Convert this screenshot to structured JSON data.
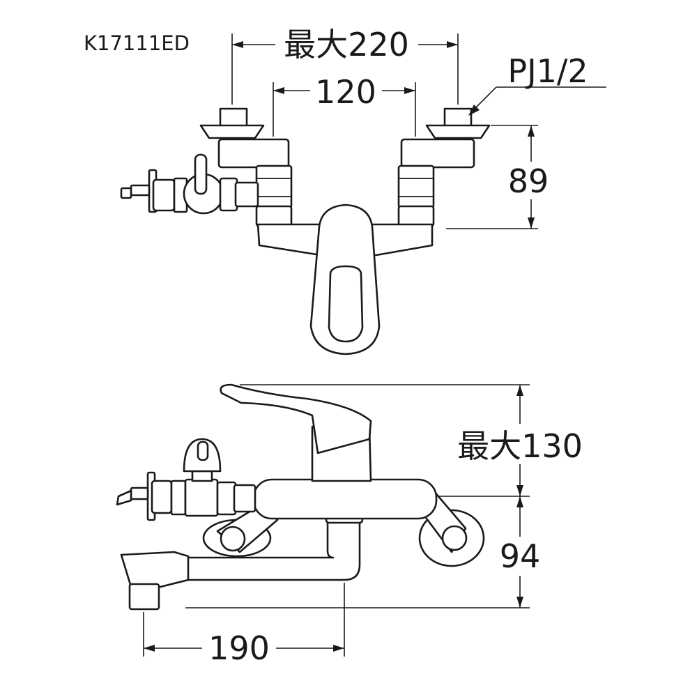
{
  "model": "K17111ED",
  "top_view": {
    "max_width_label": "最大220",
    "center_spacing_label": "120",
    "thread_label": "PJ1/2",
    "depth_label": "89"
  },
  "side_view": {
    "max_height_label": "最大130",
    "lower_height_label": "94",
    "spout_reach_label": "190"
  },
  "colors": {
    "line": "#1a1a1a",
    "background": "#ffffff"
  }
}
